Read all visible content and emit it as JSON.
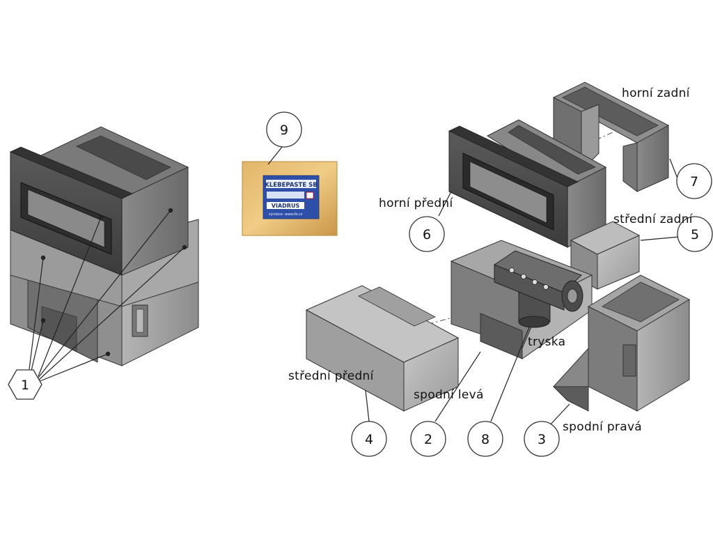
{
  "labels": {
    "horni_zadni": "horní zadní",
    "horni_predni": "horní přední",
    "stredni_zadni": "střední zadní",
    "stredni_predni": "střední přední",
    "spodni_leva": "spodní levá",
    "spodni_prava": "spodní pravá",
    "tryska": "tryska"
  },
  "callouts": {
    "c1": "1",
    "c2": "2",
    "c3": "3",
    "c4": "4",
    "c5": "5",
    "c6": "6",
    "c7": "7",
    "c8": "8",
    "c9": "9"
  },
  "package": {
    "title": "KLEBEPASTE SB",
    "brand": "VIADRUS",
    "maker": "výrobce: www.tb.cz"
  }
}
